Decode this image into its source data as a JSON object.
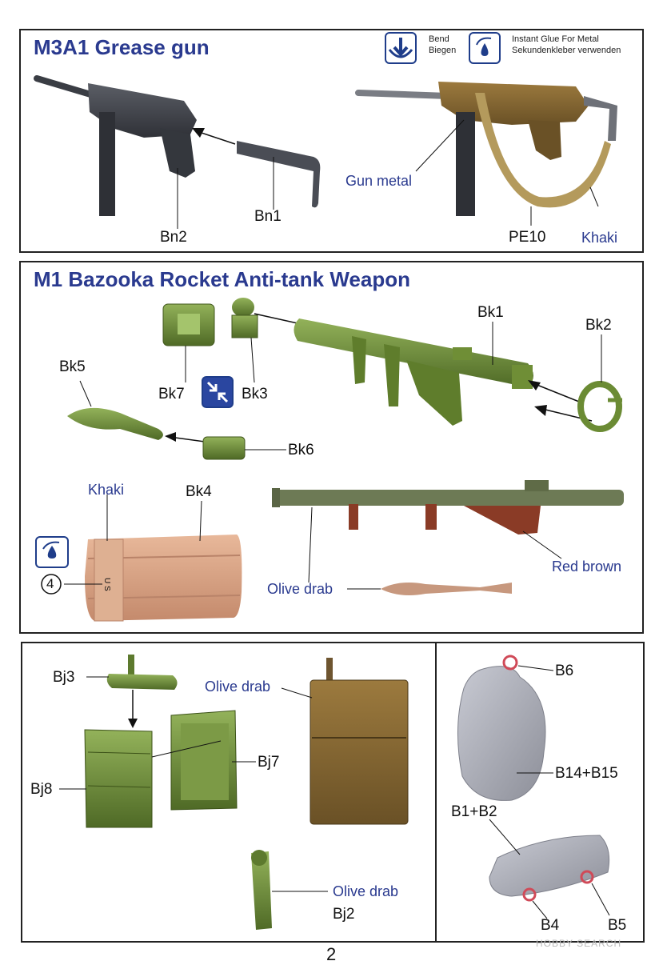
{
  "grease_gun": {
    "title": "M3A1 Grease gun",
    "labels": {
      "bn2": "Bn2",
      "bn1": "Bn1",
      "gun_metal": "Gun metal",
      "pe10": "PE10",
      "khaki": "Khaki"
    },
    "legend": {
      "bend_en": "Bend",
      "bend_de": "Biegen",
      "glue_en": "Instant Glue For Metal",
      "glue_de": "Sekundenkleber verwenden",
      "bend_icon": "bend-arrow-icon",
      "glue_icon": "glue-drop-icon"
    }
  },
  "bazooka": {
    "title": "M1 Bazooka Rocket Anti-tank Weapon",
    "labels": {
      "bk1": "Bk1",
      "bk2": "Bk2",
      "bk3": "Bk3",
      "bk4": "Bk4",
      "bk5": "Bk5",
      "bk6": "Bk6",
      "bk7": "Bk7",
      "khaki": "Khaki",
      "olive_drab": "Olive drab",
      "red_brown": "Red brown",
      "decal_number": "4",
      "us_marking": "U S"
    }
  },
  "radio": {
    "labels": {
      "bj3": "Bj3",
      "bj7": "Bj7",
      "bj8": "Bj8",
      "bj2": "Bj2",
      "olive_drab_1": "Olive drab",
      "olive_drab_2": "Olive drab"
    }
  },
  "bags": {
    "labels": {
      "b6": "B6",
      "b14_b15": "B14+B15",
      "b1_b2": "B1+B2",
      "b4": "B4",
      "b5": "B5"
    }
  },
  "footer": {
    "page_number": "2",
    "watermark": "HOBBY SEARCH"
  },
  "colors": {
    "heading": "#2a3a8f",
    "olive": "#6e8a3a",
    "khaki": "#d9a98a",
    "gun_metal": "#3f4248",
    "red_brown": "#8a3b26",
    "grey": "#a7a9b3"
  }
}
